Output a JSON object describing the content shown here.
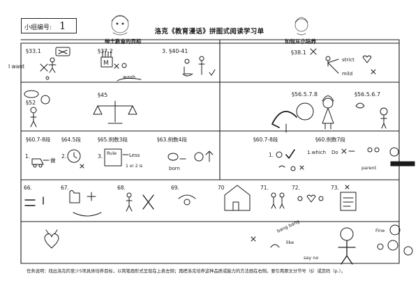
{
  "header": {
    "group_label": "小组编号:",
    "group_number": "1",
    "title": "洛克《教育漫话》拼图式阅读学习单"
  },
  "columns": {
    "left_heading": "绅士教育的目标",
    "right_heading": "如何从小培养"
  },
  "sketch_labels": {
    "r1_s1": "§33.1",
    "r1_i_want": "I want",
    "r1_s2": "§37.2",
    "r1_s3": "3. §40-41",
    "r1_wash": "wash",
    "r1_s38": "§38.1",
    "r1_strict": "strict",
    "r1_mild": "mild",
    "r2_s52": "§52",
    "r2_s45": "§45",
    "r2_s56a": "§56.5.7.8",
    "r2_s56b": "§56.5.6.7",
    "r3_s60a": "§60.7-8段",
    "r3_s64": "§64.5段",
    "r3_s65": "§65.例数3段",
    "r3_s63": "§63.例数4段",
    "r3_s60b": "§60.7-8段",
    "r3_s60c": "§60.例数7段",
    "r3_do": "做",
    "r3_rule": "Rule",
    "r3_less": "Less",
    "r3_is": "1 or 2 is",
    "r3_born": "born",
    "r3_which": "1.which",
    "r3_do2": "Do",
    "r3_parent": "parent",
    "r4_66": "66.",
    "r4_67": "67.",
    "r4_68": "68.",
    "r4_69": "69.",
    "r4_70": "70",
    "r4_71": "71.",
    "r4_72": "72.",
    "r4_73": "73.",
    "r5_bang": "bang bang",
    "r5_like": "like",
    "r5_say_no": "say no",
    "r5_fine": "Fine"
  },
  "task_text": "任务说明：找出洛克的至少5项具体培养目标，以简笔画形式呈现在上表左侧；再把洛克培养这种品质或能力的方法画在右侧。要引用原文分节号（§）或页码（p.）。"
}
